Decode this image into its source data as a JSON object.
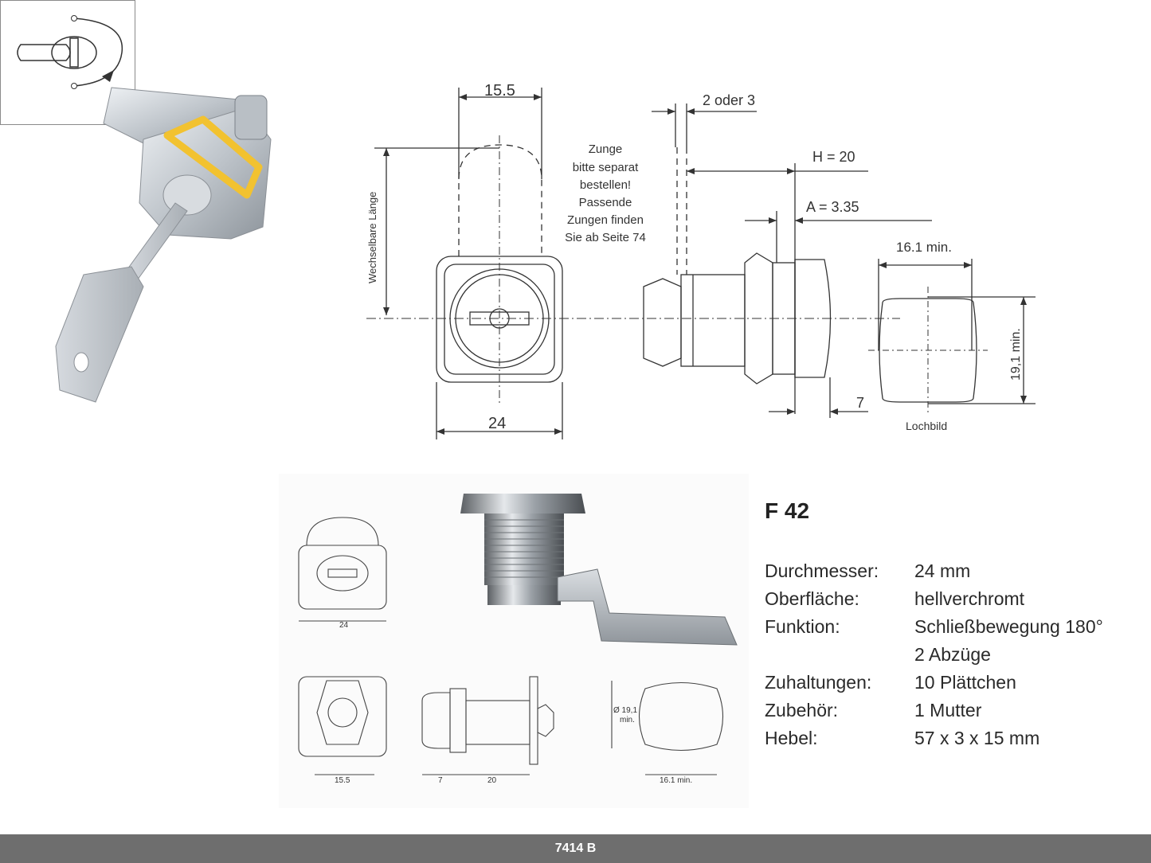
{
  "drawing": {
    "dim_width_top": "15.5",
    "dim_width_bottom": "24",
    "side_label": "Wechselbare Länge",
    "note_lines": [
      "Zunge",
      "bitte separat",
      "bestellen!",
      "Passende",
      "Zungen finden",
      "Sie ab Seite 74"
    ],
    "dim_thickness": "2 oder 3",
    "dim_h": "H = 20",
    "dim_a": "A = 3.35",
    "dim_bottom_seven": "7",
    "hole_width": "16.1 min.",
    "hole_height": "19,1 min.",
    "hole_caption": "Lochbild"
  },
  "photo_panel": {
    "front_dim": "24",
    "bottom_dim_left": "15.5",
    "bottom_dim_mid_a": "7",
    "bottom_dim_mid_b": "20",
    "hole_dim_diameter": "Ø 19,1",
    "hole_dim_min": "min.",
    "hole_dim_width": "16.1 min."
  },
  "badge": {
    "code": "7414 B"
  },
  "product": {
    "title": "F 42",
    "specs": [
      {
        "label": "Durchmesser:",
        "value": "24 mm"
      },
      {
        "label": "Oberfläche:",
        "value": "hellverchromt"
      },
      {
        "label": "Funktion:",
        "value": "Schließbewegung 180°"
      },
      {
        "label": "",
        "value": "2 Abzüge"
      },
      {
        "label": "Zuhaltungen:",
        "value": "10 Plättchen"
      },
      {
        "label": "Zubehör:",
        "value": "1 Mutter"
      },
      {
        "label": "Hebel:",
        "value": "57 x 3 x 15 mm"
      }
    ]
  },
  "colors": {
    "line": "#333333",
    "metal": "#c9ced3",
    "band": "#f2c230",
    "badge_footer": "#6e6e6e"
  }
}
